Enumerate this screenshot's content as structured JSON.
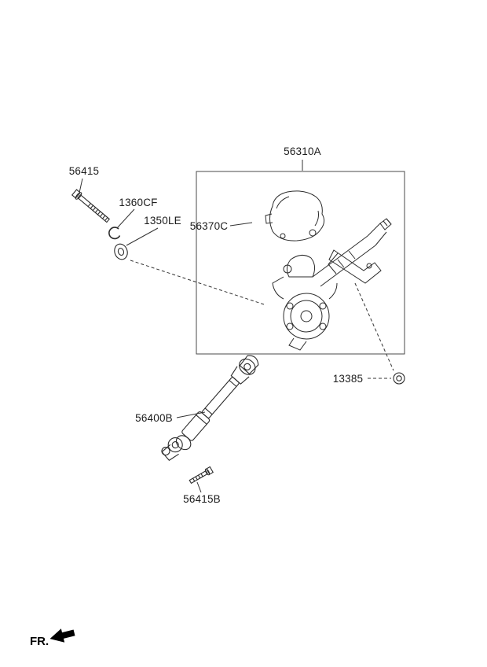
{
  "diagram": {
    "type": "parts-diagram",
    "labels": {
      "assembly_box": "56310A",
      "motor_cover": "56370C",
      "bolt_upper": "56415",
      "snap_ring": "1360CF",
      "washer": "1350LE",
      "nut": "13385",
      "intermediate_shaft": "56400B",
      "bolt_lower": "56415B",
      "front_marker": "FR."
    },
    "colors": {
      "line": "#2b2b2b",
      "leader": "#333333",
      "background": "#ffffff"
    }
  }
}
